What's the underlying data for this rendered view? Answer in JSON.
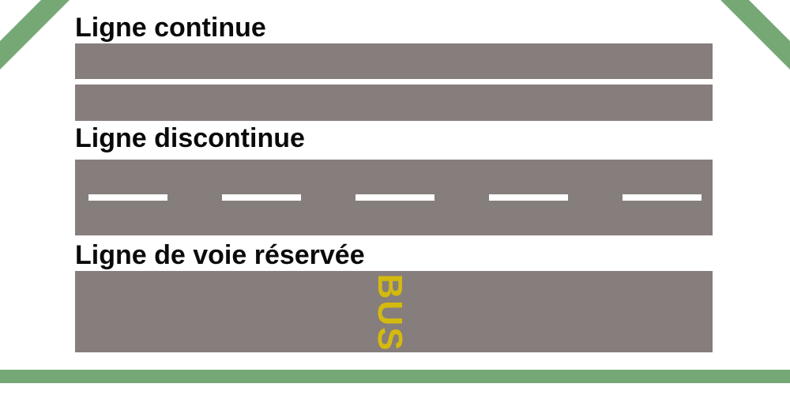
{
  "sections": [
    {
      "label": "Ligne continue",
      "marking": "continuous"
    },
    {
      "label": "Ligne discontinue",
      "marking": "dashed",
      "dash_count": 5
    },
    {
      "label": "Ligne de voie réservée",
      "marking": "reserved-lane",
      "lane_text": "BUS"
    }
  ],
  "colors": {
    "road_gray": "#867e7c",
    "accent_green": "#76a876",
    "marking_white": "#ffffff",
    "bus_yellow": "#d4ba0d",
    "heading_text": "#0a0a0a"
  }
}
